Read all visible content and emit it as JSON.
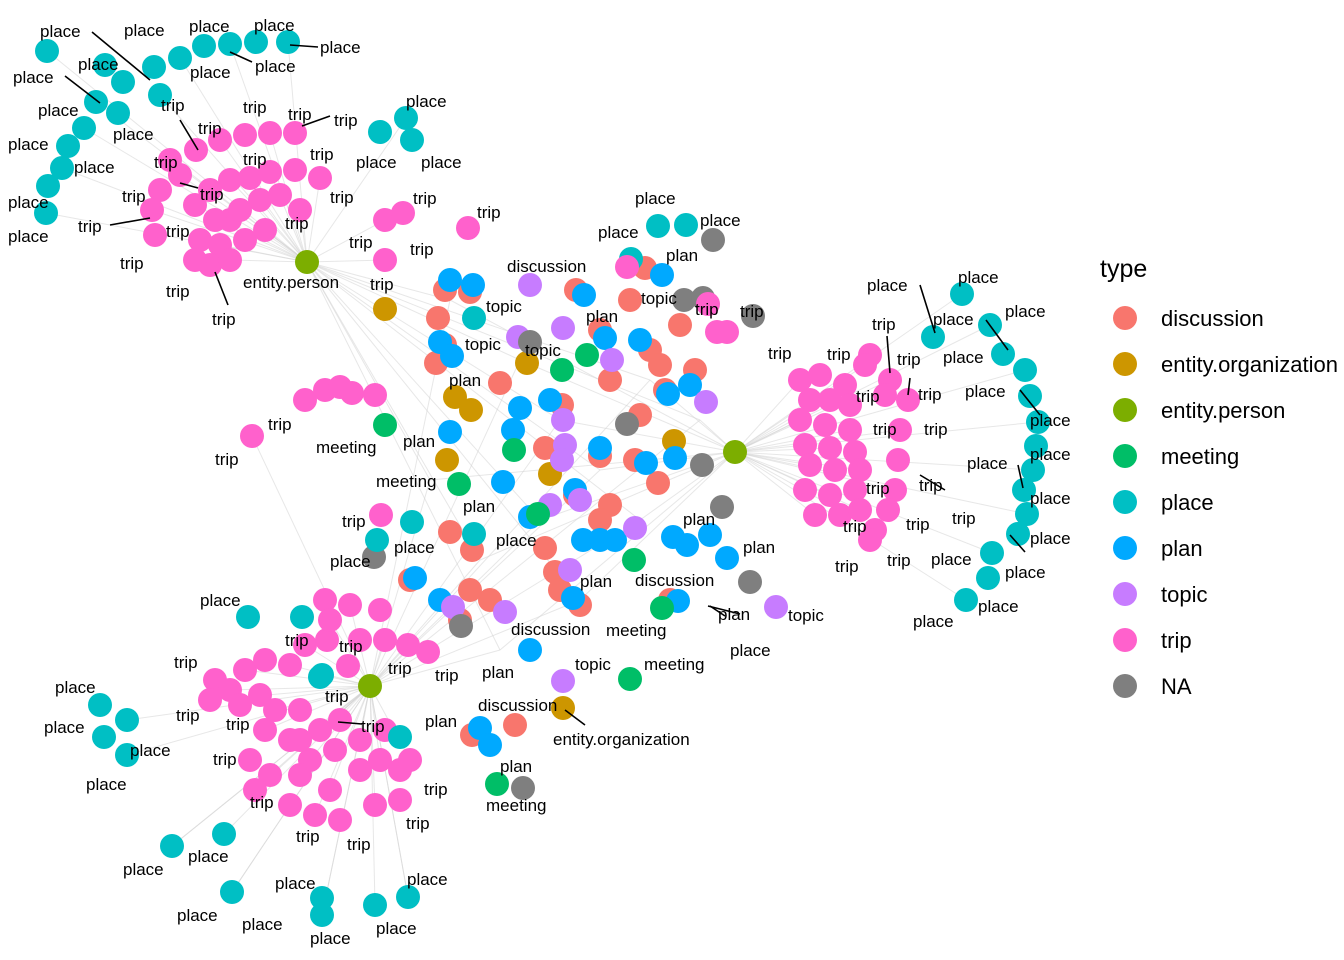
{
  "legend": {
    "title": "type",
    "items": [
      {
        "key": "discussion",
        "label": "discussion",
        "color": "#F8766D"
      },
      {
        "key": "entity_organization",
        "label": "entity.organization",
        "color": "#CD9600"
      },
      {
        "key": "entity_person",
        "label": "entity.person",
        "color": "#7CAE00"
      },
      {
        "key": "meeting",
        "label": "meeting",
        "color": "#00BE67"
      },
      {
        "key": "place",
        "label": "place",
        "color": "#00BFC4"
      },
      {
        "key": "plan",
        "label": "plan",
        "color": "#00A9FF"
      },
      {
        "key": "topic",
        "label": "topic",
        "color": "#C77CFF"
      },
      {
        "key": "trip",
        "label": "trip",
        "color": "#FF61CC"
      },
      {
        "key": "na",
        "label": "NA",
        "color": "#7F7F7F"
      }
    ]
  },
  "node_labels": {
    "entity_person": "entity.person",
    "entity_organization": "entity.organization",
    "discussion": "discussion",
    "meeting": "meeting",
    "plan": "plan",
    "topic": "topic",
    "trip": "trip",
    "place": "place"
  }
}
